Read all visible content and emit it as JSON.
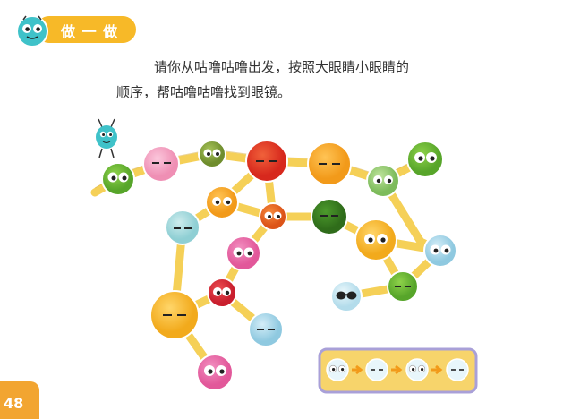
{
  "header": {
    "title": "做 一 做"
  },
  "instruction": {
    "line1": "请你从咕噜咕噜出发，按照大眼睛小眼睛的",
    "line2": "顺序，帮咕噜咕噜找到眼镜。"
  },
  "page_number": "48",
  "legend_sequence": [
    "big-eyes",
    "small-eyes",
    "big-eyes",
    "small-eyes"
  ],
  "colors": {
    "accent": "#f7b928",
    "path": "#f5d057",
    "legend_bg": "#f7d46b",
    "legend_border": "#a9a0d8",
    "page_tab": "#f2a531"
  }
}
